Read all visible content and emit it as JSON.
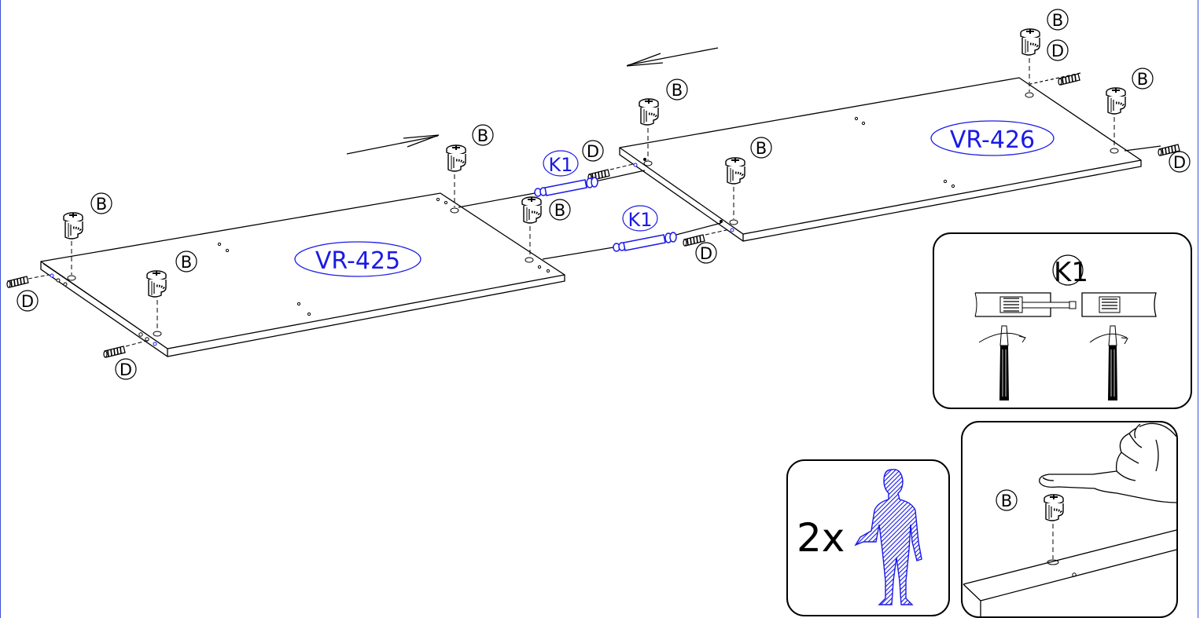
{
  "panels": {
    "left": "VR-425",
    "right": "VR-426"
  },
  "parts": {
    "cam_lock": "B",
    "dowel": "D",
    "connector": "K1"
  },
  "detail_k1": {
    "title": "K1"
  },
  "people": {
    "count": "2x"
  },
  "detail_cam": {
    "label": "B"
  },
  "colors": {
    "accent": "#1a1ae6",
    "line": "#000000",
    "frame": "#3b4fd8"
  }
}
